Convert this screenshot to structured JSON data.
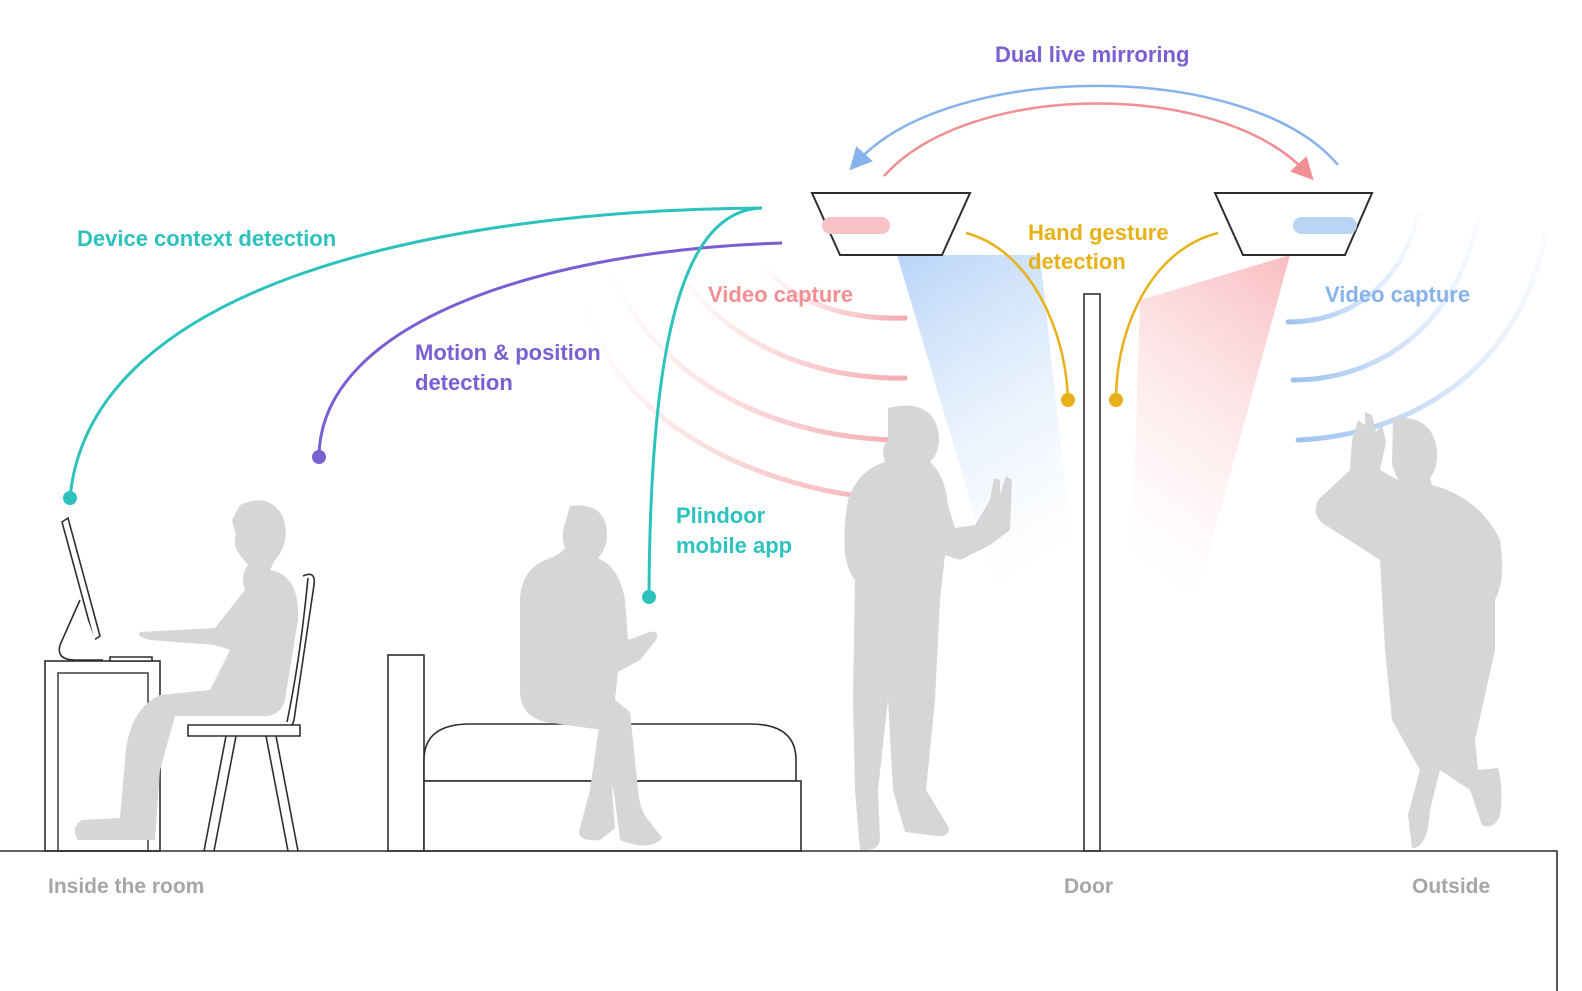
{
  "labels": {
    "dual_live_mirroring": "Dual live mirroring",
    "device_context_detection": "Device context detection",
    "motion_position_detection_line1": "Motion & position",
    "motion_position_detection_line2": "detection",
    "video_capture_inside": "Video capture",
    "video_capture_outside": "Video capture",
    "hand_gesture_detection_line1": "Hand gesture",
    "hand_gesture_detection_line2": "detection",
    "plindoor_mobile_app_line1": "Plindoor",
    "plindoor_mobile_app_line2": "mobile app"
  },
  "ground_labels": {
    "inside": "Inside the room",
    "door": "Door",
    "outside": "Outside"
  },
  "colors": {
    "purple": "#7a5fd3",
    "teal": "#2dc2bd",
    "pink": "#f28f95",
    "blue": "#86b3ec",
    "gold": "#e8b019",
    "gray_text": "#a6a6a6",
    "silhouette": "#d6d6d6",
    "outline": "#2e2e2e"
  }
}
